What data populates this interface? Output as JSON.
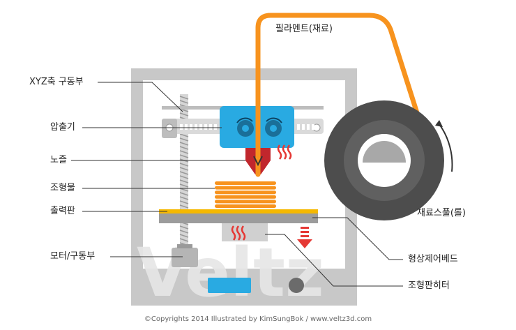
{
  "labels": {
    "xyz_drive": "XYZ축 구동부",
    "extruder": "압출기",
    "nozzle": "노즐",
    "print_object": "조형물",
    "build_plate": "출력판",
    "motor_drive": "모터/구동부",
    "filament": "필라멘트(재료)",
    "spool": "재료스풀(롤)",
    "heated_bed": "형상제어베드",
    "bed_heater": "조형판히터"
  },
  "watermark": "Veltz",
  "copyright": "©Copyrights 2014 Illustrated by KimSungBok / www.veltz3d.com",
  "colors": {
    "frame": "#c8c8c8",
    "frame_inner": "#ffffff",
    "extruder": "#29aae2",
    "filament": "#f7931e",
    "nozzle": "#c1272d",
    "heat_wave": "#e53935",
    "print_layers": "#f7931e",
    "build_plate": "#f5b800",
    "bed": "#9c9c9c",
    "spool_outer": "#4d4d4d",
    "spool_ring": "#606060",
    "lcd": "#29aae2",
    "leader": "#333333"
  }
}
